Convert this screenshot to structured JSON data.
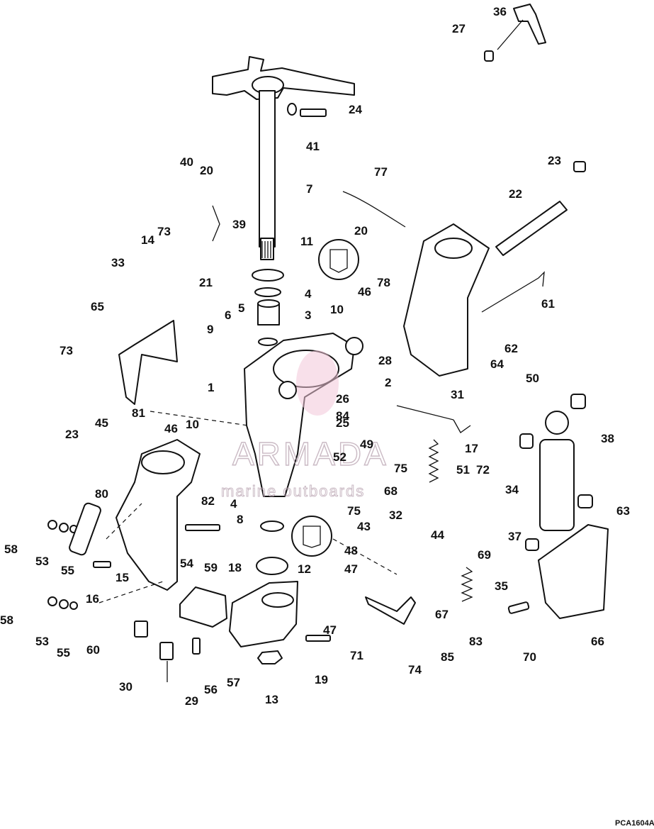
{
  "drawing_code": "PCA1604A",
  "watermark": {
    "brand": "ARMADA",
    "tagline": "marine outboards"
  },
  "callouts": [
    "1",
    "2",
    "3",
    "4",
    "5",
    "6",
    "7",
    "8",
    "9",
    "10",
    "11",
    "12",
    "13",
    "14",
    "15",
    "16",
    "17",
    "18",
    "19",
    "20",
    "21",
    "22",
    "23",
    "24",
    "25",
    "26",
    "27",
    "28",
    "29",
    "30",
    "31",
    "32",
    "33",
    "34",
    "35",
    "36",
    "37",
    "38",
    "39",
    "40",
    "41",
    "43",
    "44",
    "45",
    "46",
    "47",
    "48",
    "49",
    "50",
    "51",
    "52",
    "53",
    "54",
    "55",
    "56",
    "57",
    "58",
    "59",
    "60",
    "61",
    "62",
    "63",
    "64",
    "65",
    "66",
    "67",
    "68",
    "69",
    "70",
    "71",
    "72",
    "73",
    "74",
    "75",
    "77",
    "78",
    "80",
    "81",
    "82",
    "83",
    "84",
    "85"
  ]
}
